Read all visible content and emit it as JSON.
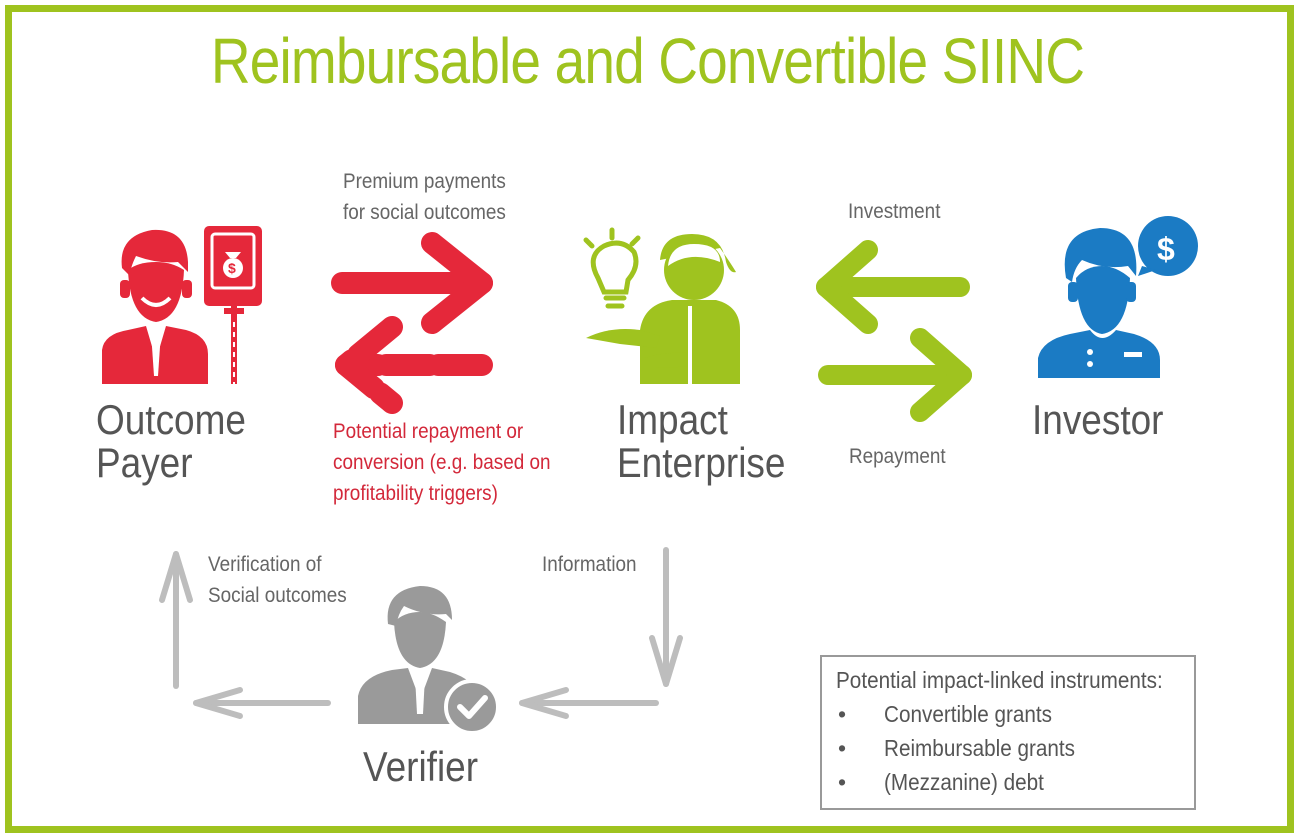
{
  "title": "Reimbursable and Convertible SIINC",
  "actors": {
    "outcome_payer": [
      "Outcome",
      "Payer"
    ],
    "impact_enterprise": [
      "Impact",
      "Enterprise"
    ],
    "investor": "Investor",
    "verifier": "Verifier"
  },
  "flows": {
    "premium_payments": [
      "Premium payments",
      "for social outcomes"
    ],
    "repayment_conversion": [
      "Potential repayment or",
      "conversion (e.g. based on",
      "profitability triggers)"
    ],
    "investment": "Investment",
    "repayment": "Repayment",
    "verification": [
      "Verification of",
      "Social outcomes"
    ],
    "information": "Information"
  },
  "instruments": {
    "heading": "Potential impact-linked instruments:",
    "bullet": "•",
    "items": [
      "Convertible grants",
      "Reimbursable grants",
      "(Mezzanine) debt"
    ]
  },
  "colors": {
    "green": "#9fc31f",
    "red": "#e5283a",
    "blue": "#1b7bc4",
    "grey": "#9a9a9a"
  },
  "icons": [
    "outcome-payer-icon",
    "donation-book-icon",
    "impact-enterprise-icon",
    "lightbulb-icon",
    "investor-icon",
    "dollar-bubble-icon",
    "verifier-icon",
    "check-badge-icon"
  ]
}
